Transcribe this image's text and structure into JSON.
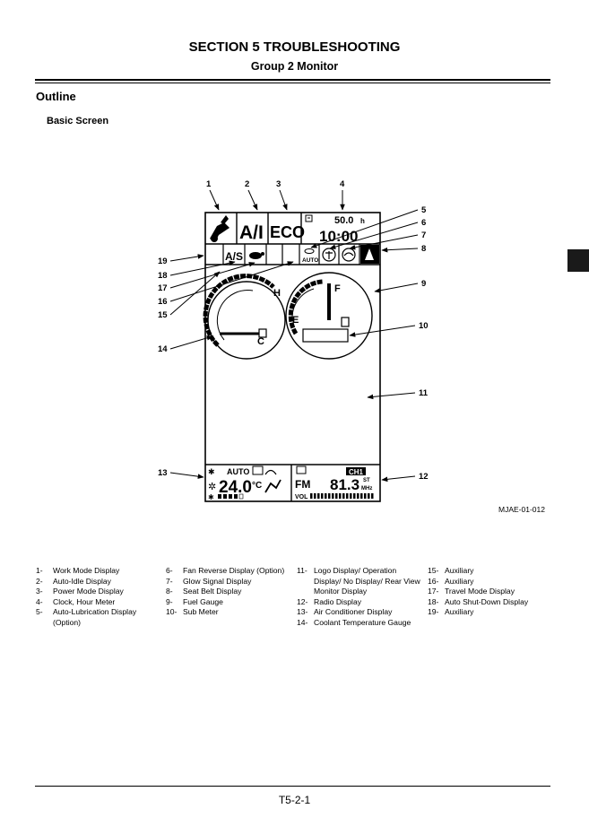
{
  "header": {
    "section_title": "SECTION 5 TROUBLESHOOTING",
    "group_title": "Group 2 Monitor"
  },
  "outline_heading": "Outline",
  "subheading": "Basic Screen",
  "figure": {
    "code": "MJAE-01-012",
    "callouts": [
      "1",
      "2",
      "3",
      "4",
      "5",
      "6",
      "7",
      "8",
      "9",
      "10",
      "11",
      "12",
      "13",
      "14",
      "15",
      "16",
      "17",
      "18",
      "19"
    ],
    "screen": {
      "work_mode_icon": "excavator-icon",
      "auto_idle": "A/I",
      "power_mode": "ECO",
      "hour_meter": "50.0",
      "hour_unit": "h",
      "clock": "10:00",
      "auto_shutdown": "A/S",
      "auto_lube": "AUTO",
      "temp_hot": "H",
      "temp_cold": "C",
      "fuel_full": "F",
      "fuel_empty": "E",
      "ac_mode": "AUTO",
      "ac_temp": "24.0",
      "ac_unit": "°C",
      "radio_band": "FM",
      "radio_freq": "81.3",
      "radio_unit_top": "ST",
      "radio_unit_bottom": "MHz",
      "radio_channel": "CH1",
      "radio_vol": "VOL"
    }
  },
  "legend": {
    "col1": [
      {
        "num": "1-",
        "label": "Work Mode Display"
      },
      {
        "num": "2-",
        "label": "Auto-Idle Display"
      },
      {
        "num": "3-",
        "label": "Power Mode Display"
      },
      {
        "num": "4-",
        "label": "Clock, Hour Meter"
      },
      {
        "num": "5-",
        "label": "Auto-Lubrication Display (Option)"
      }
    ],
    "col2": [
      {
        "num": "6-",
        "label": "Fan Reverse Display (Option)"
      },
      {
        "num": "7-",
        "label": "Glow Signal Display"
      },
      {
        "num": "8-",
        "label": "Seat Belt Display"
      },
      {
        "num": "9-",
        "label": "Fuel Gauge"
      },
      {
        "num": "10-",
        "label": "Sub Meter"
      }
    ],
    "col3": [
      {
        "num": "11-",
        "label": "Logo Display/ Operation Display/ No Display/ Rear View Monitor Display"
      },
      {
        "num": "12-",
        "label": "Radio Display"
      },
      {
        "num": "13-",
        "label": "Air Conditioner Display"
      },
      {
        "num": "14-",
        "label": "Coolant Temperature Gauge"
      }
    ],
    "col4": [
      {
        "num": "15-",
        "label": "Auxiliary"
      },
      {
        "num": "16-",
        "label": "Auxiliary"
      },
      {
        "num": "17-",
        "label": "Travel Mode Display"
      },
      {
        "num": "18-",
        "label": "Auto Shut-Down Display"
      },
      {
        "num": "19-",
        "label": "Auxiliary"
      }
    ]
  },
  "footer": {
    "page_number": "T5-2-1"
  }
}
